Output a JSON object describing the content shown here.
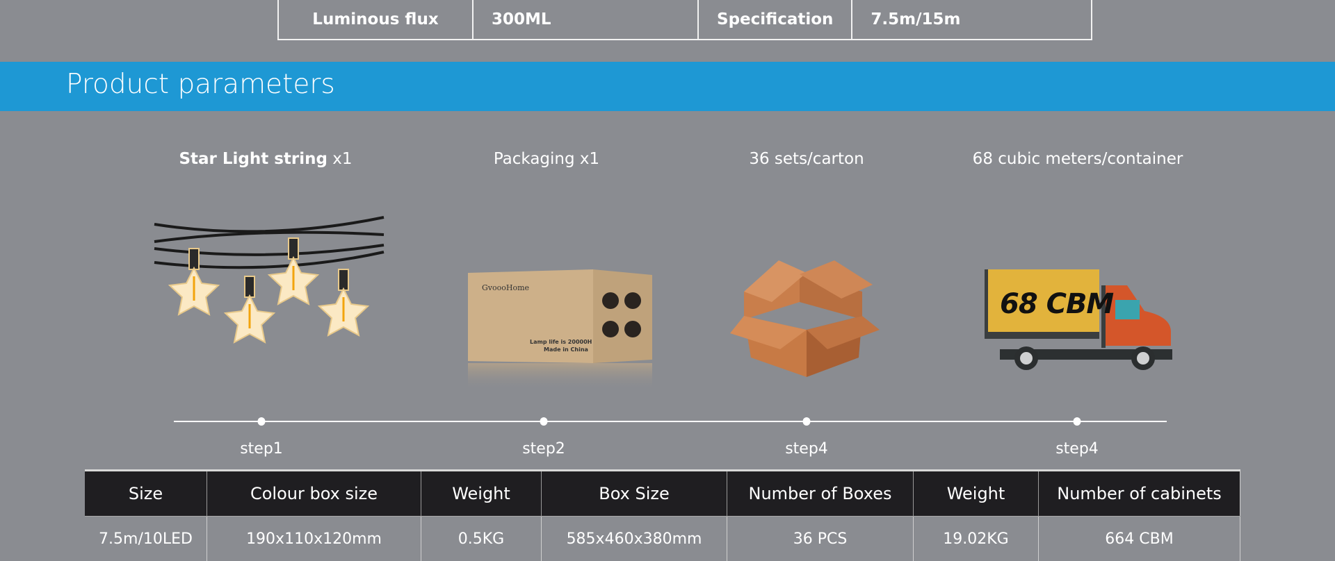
{
  "spec_table": {
    "cells": [
      "Luminous flux",
      "300ML",
      "Specification",
      "7.5m/15m"
    ]
  },
  "section": {
    "title": "Product parameters"
  },
  "items": [
    {
      "caption_bold": "Star Light string",
      "caption_rest": " x1",
      "step": "step1"
    },
    {
      "caption": "Packaging x1",
      "step": "step2"
    },
    {
      "caption": "36 sets/carton",
      "step": "step4"
    },
    {
      "caption": "68 cubic meters/container",
      "step": "step4"
    }
  ],
  "packaging_box": {
    "logo": "GvoooHome",
    "line1": "Lamp life is 20000H",
    "line2": "Made in China"
  },
  "truck": {
    "label": "68 CBM"
  },
  "param_table": {
    "headers": [
      "Size",
      "Colour box size",
      "Weight",
      "Box Size",
      "Number of Boxes",
      "Weight",
      "Number of cabinets"
    ],
    "row": [
      "7.5m/10LED",
      "190x110x120mm",
      "0.5KG",
      "585x460x380mm",
      "36 PCS",
      "19.02KG",
      "664 CBM"
    ]
  },
  "colors": {
    "background": "#8a8c91",
    "band": "#1e98d4",
    "table_header": "#1f1e21"
  }
}
